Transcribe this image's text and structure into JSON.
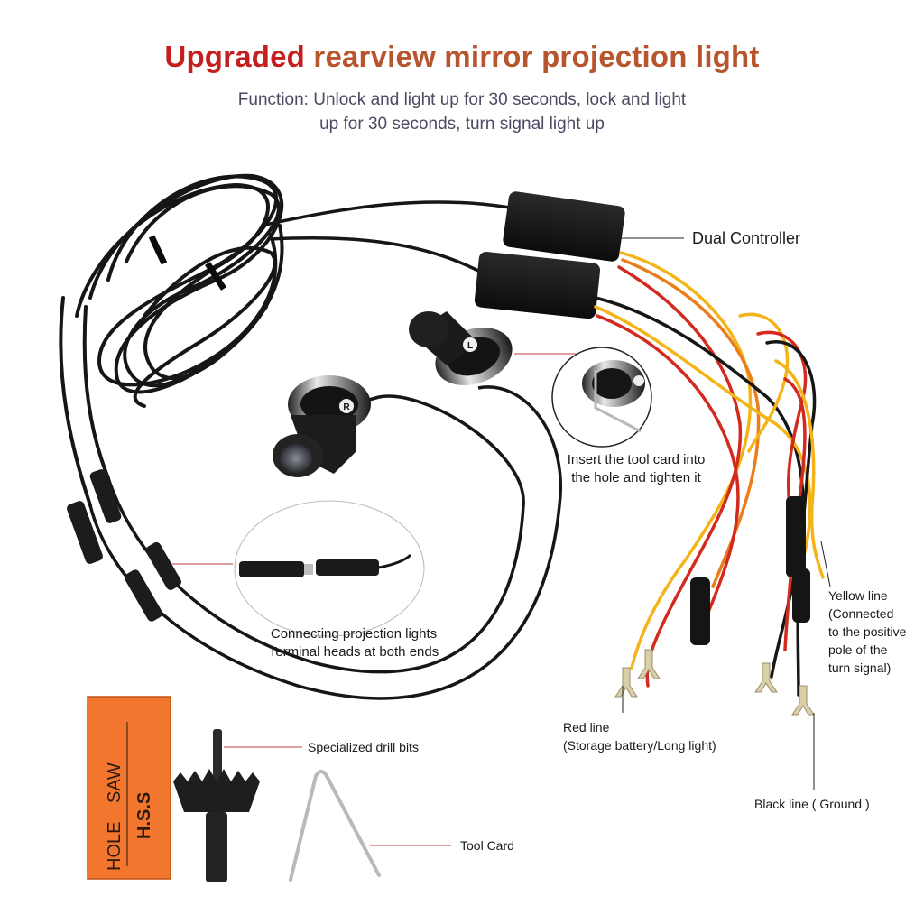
{
  "title": {
    "part1": "Upgraded",
    "part2": "rearview mirror projection light"
  },
  "subtitle": {
    "line1": "Function: Unlock and light up for 30 seconds, lock and light",
    "line2": "up for 30 seconds, turn signal light up"
  },
  "labels": {
    "dual_controller": "Dual Controller",
    "insert_tool": {
      "line1": "Insert the tool card into",
      "line2": "the hole and tighten it"
    },
    "connecting": {
      "line1": "Connecting projection lights",
      "line2": "Terminal heads at both ends"
    },
    "yellow_line": {
      "line1": "Yellow line",
      "line2": "(Connected",
      "line3": "to the positive",
      "line4": "pole of the",
      "line5": "turn signal)"
    },
    "red_line": {
      "line1": "Red line",
      "line2": "(Storage battery/Long light)"
    },
    "black_line": "Black line ( Ground )",
    "drill_bits": "Specialized drill bits",
    "tool_card": "Tool Card"
  },
  "marks": {
    "light_left": "R",
    "light_right": "L",
    "box_text_1": "HOLE",
    "box_text_2": "SAW",
    "box_text_3": "H.S.S"
  },
  "colors": {
    "title_red": "#c41e1e",
    "title_orange": "#b7562e",
    "saw_box_orange": "#f2762e",
    "wire_black": "#161616",
    "wire_red": "#d22a1e",
    "wire_yellow": "#f4b418",
    "wire_orange": "#ea7d1c"
  }
}
